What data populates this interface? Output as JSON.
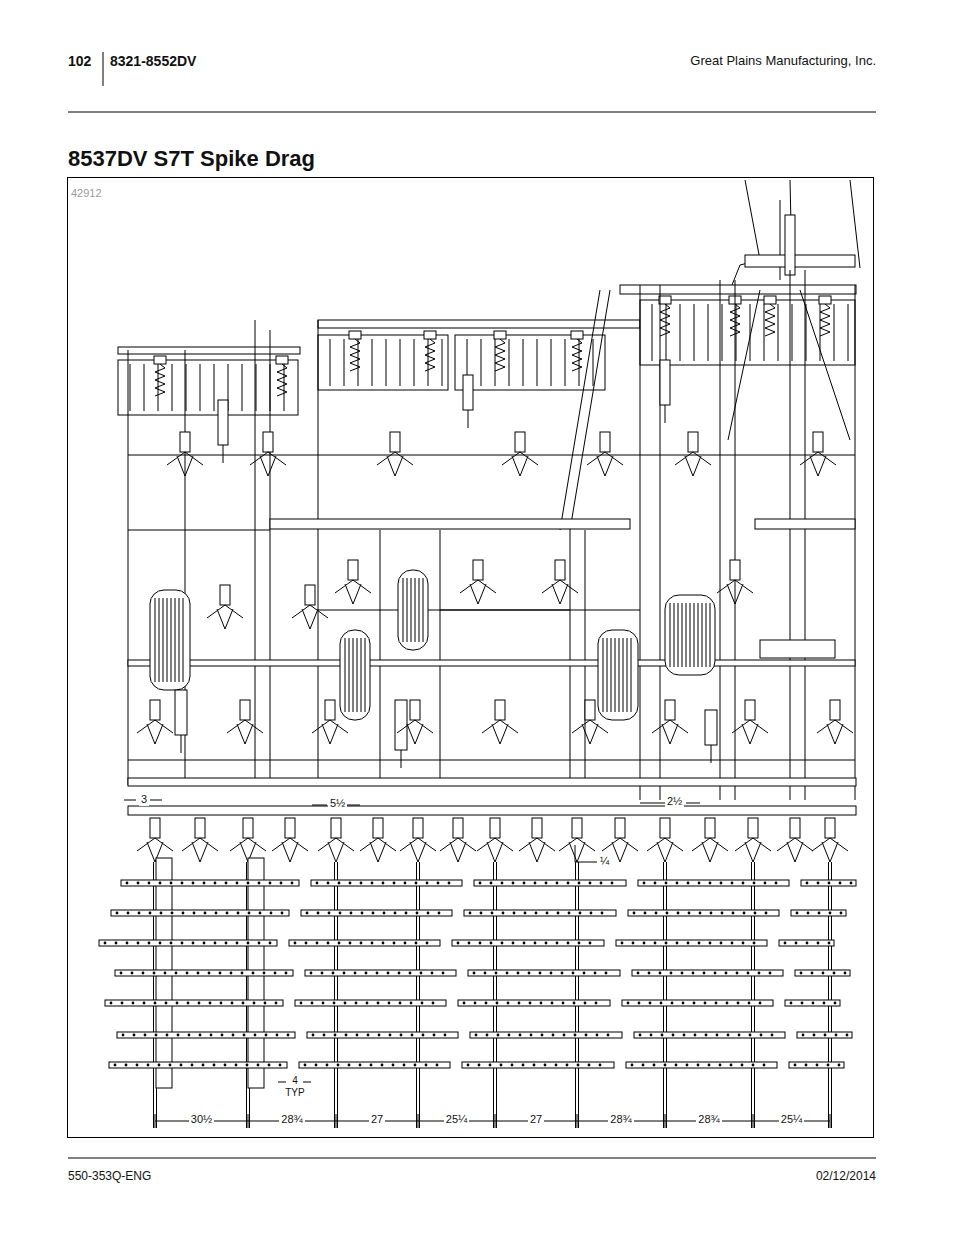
{
  "diagram": {
    "title": "8537DV S7T Spike Drag",
    "labels": [
      "102",
      "8321-8552DV",
      "Great Plains Manufacturing, Inc.",
      "42912",
      "3",
      "5½",
      "2½",
      "¼",
      "4 TYP",
      "30½",
      "28¾",
      "27",
      "25¼",
      "27",
      "28¾",
      "28¾",
      "25¼",
      "550-353Q-ENG",
      "02/12/2014"
    ]
  }
}
